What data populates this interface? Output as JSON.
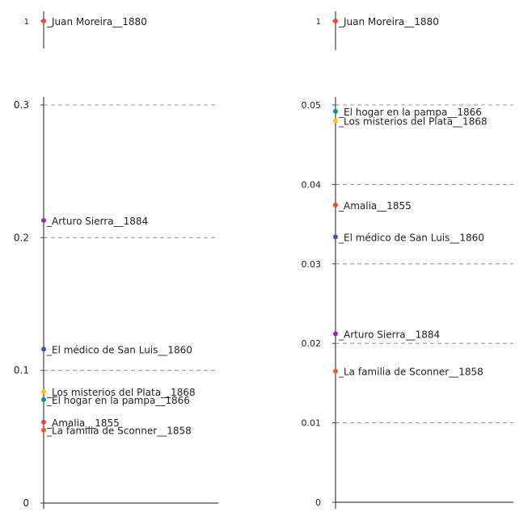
{
  "chart_data": [
    {
      "type": "scatter",
      "panel": "left-top",
      "points": [
        {
          "label": "_Juan Moreira__1880",
          "value": 1,
          "color": "#e8473a"
        }
      ],
      "ticks": [
        {
          "value": 1,
          "label": "1"
        }
      ],
      "grid": false
    },
    {
      "type": "scatter",
      "panel": "left-bottom",
      "ylim": [
        0,
        0.3
      ],
      "ticks": [
        {
          "value": 0,
          "label": "0"
        },
        {
          "value": 0.1,
          "label": "0.1"
        },
        {
          "value": 0.2,
          "label": "0.2"
        },
        {
          "value": 0.3,
          "label": "0.3"
        }
      ],
      "grid": true,
      "points": [
        {
          "label": "_Arturo Sierra__1884",
          "value": 0.213,
          "color": "#9c27b0"
        },
        {
          "label": "_El médico de San Luis__1860",
          "value": 0.116,
          "color": "#3f51b5"
        },
        {
          "label": "_Los misterios del Plata__1868",
          "value": 0.084,
          "color": "#ffc107"
        },
        {
          "label": "_El hogar en la pampa__1866",
          "value": 0.078,
          "color": "#009688"
        },
        {
          "label": "_Amalia__1855",
          "value": 0.061,
          "color": "#f44336"
        },
        {
          "label": "_La familia de Sconner__1858",
          "value": 0.055,
          "color": "#ff5722"
        }
      ]
    },
    {
      "type": "scatter",
      "panel": "right-top",
      "points": [
        {
          "label": "_Juan Moreira__1880",
          "value": 1,
          "color": "#e8473a"
        }
      ],
      "ticks": [
        {
          "value": 1,
          "label": "1"
        }
      ],
      "grid": false
    },
    {
      "type": "scatter",
      "panel": "right-bottom",
      "ylim": [
        0,
        0.05
      ],
      "ticks": [
        {
          "value": 0,
          "label": "0"
        },
        {
          "value": 0.01,
          "label": "0.01"
        },
        {
          "value": 0.02,
          "label": "0.02"
        },
        {
          "value": 0.03,
          "label": "0.03"
        },
        {
          "value": 0.04,
          "label": "0.04"
        },
        {
          "value": 0.05,
          "label": "0.05"
        }
      ],
      "grid": true,
      "points": [
        {
          "label": "_El hogar en la pampa__1866",
          "value": 0.0492,
          "color": "#009688"
        },
        {
          "label": "_Los misterios del Plata__1868",
          "value": 0.048,
          "color": "#ffc107"
        },
        {
          "label": "_Amalia__1855",
          "value": 0.0374,
          "color": "#f44336"
        },
        {
          "label": "_El médico de San Luis__1860",
          "value": 0.0334,
          "color": "#3f51b5"
        },
        {
          "label": "_Arturo Sierra__1884",
          "value": 0.0212,
          "color": "#9c27b0"
        },
        {
          "label": "_La familia de Sconner__1858",
          "value": 0.0165,
          "color": "#ff5722"
        }
      ]
    }
  ]
}
